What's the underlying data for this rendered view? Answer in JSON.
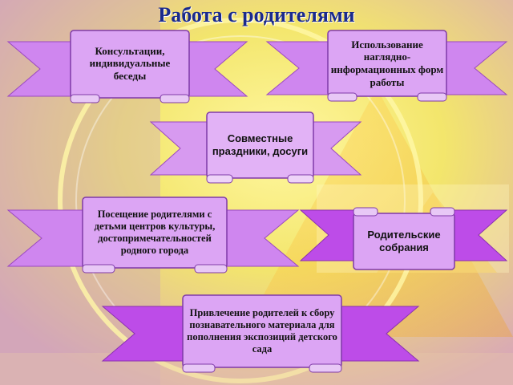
{
  "title": "Работа с родителями",
  "items": [
    {
      "text": "Консультации, индивидуальные беседы"
    },
    {
      "text": "Использование наглядно-информационных форм работы"
    },
    {
      "text": "Совместные праздники, досуги"
    },
    {
      "text": "Посещение родителями с детьми центров культуры, достопримечательностей родного города"
    },
    {
      "text": "Родительские собрания"
    },
    {
      "text": "Привлечение родителей к сбору познавательного материала для пополнения экспозиций детского сада"
    }
  ],
  "colors": {
    "ribbon_fill": "#d79af0",
    "ribbon_dark": "#b860dc",
    "ribbon_bright": "#c24fe8",
    "title": "#1a2a8c",
    "background_yellow": "#f4ec7a",
    "background_pink": "#d8a2b6"
  }
}
